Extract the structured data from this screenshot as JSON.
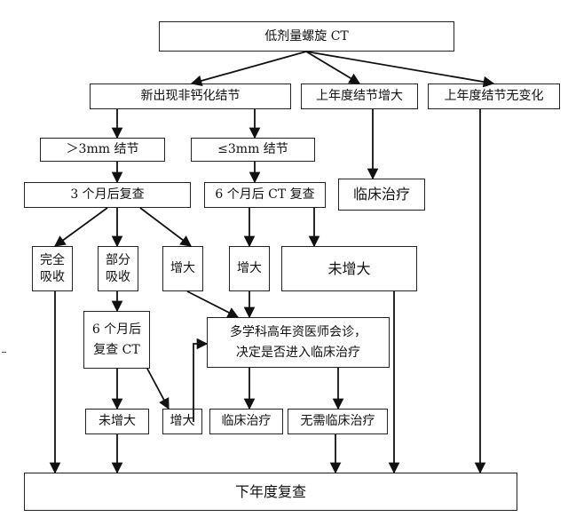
{
  "nodes": {
    "root": "低剂量螺旋 CT",
    "new_nodule": "新出现非钙化结节",
    "grew_last_year": "上年度结节增大",
    "unchanged_last_year": "上年度结节无变化",
    "gt3mm": "＞3mm 结节",
    "le3mm": "≤3mm 结节",
    "clinical_treatment_right": "临床治疗",
    "recheck_3m": "3 个月后复查",
    "recheck_6m_ct": "6 个月后 CT 复查",
    "fully_absorbed": "完全\n吸收",
    "partly_absorbed": "部分\n吸收",
    "enlarged_a": "增大",
    "enlarged_b": "增大",
    "not_enlarged_top": "未增大",
    "recheck_ct_6m": "6 个月后\n复查 CT",
    "mdt_consult": "多学科高年资医师会诊，\n决定是否进入临床治疗",
    "not_enlarged_bottom": "未增大",
    "enlarged_c": "增大",
    "clinical_treatment_bottom": "临床治疗",
    "no_treatment": "无需临床治疗",
    "next_year_recheck": "下年度复查"
  }
}
